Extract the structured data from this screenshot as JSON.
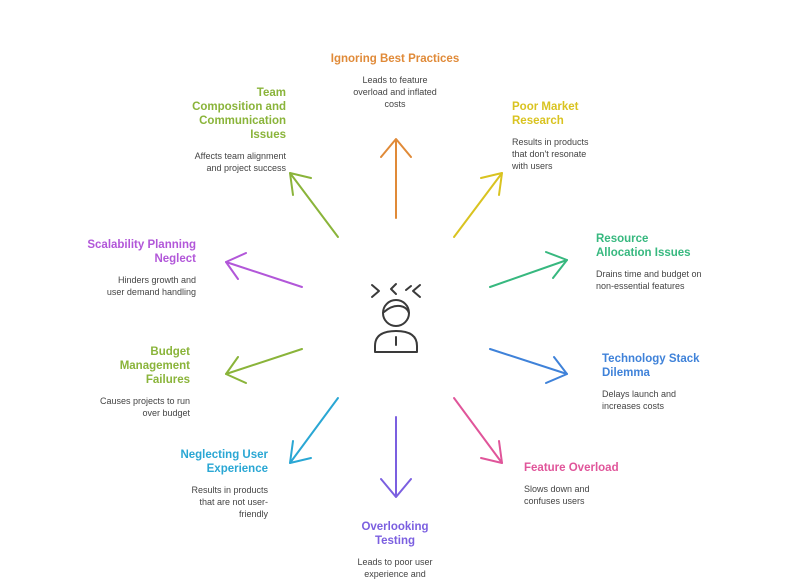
{
  "title": "Challenges in Development Planning",
  "center_icon": "frustrated-person-icon",
  "branches": [
    {
      "key": "ignoring-best-practices",
      "title": "Ignoring Best Practices",
      "description": "Leads to feature overload and inflated costs",
      "color": "#e08a38"
    },
    {
      "key": "poor-market-research",
      "title": "Poor Market Research",
      "description": "Results in products that don't resonate with users",
      "color": "#d9c320"
    },
    {
      "key": "resource-allocation",
      "title": "Resource Allocation Issues",
      "description": "Drains time and budget on non-essential features",
      "color": "#37b87f"
    },
    {
      "key": "technology-stack",
      "title": "Technology Stack Dilemma",
      "description": "Delays launch and increases costs",
      "color": "#3f82d9"
    },
    {
      "key": "feature-overload",
      "title": "Feature Overload",
      "description": "Slows down and confuses users",
      "color": "#e0559a"
    },
    {
      "key": "overlooking-testing",
      "title": "Overlooking Testing",
      "description": "Leads to poor user experience and",
      "color": "#7b5fe0"
    },
    {
      "key": "neglecting-ux",
      "title": "Neglecting User Experience",
      "description": "Results in products that are not user-friendly",
      "color": "#2aa7d4"
    },
    {
      "key": "budget-management",
      "title": "Budget Management Failures",
      "description": "Causes projects to run over budget",
      "color": "#8ab43a"
    },
    {
      "key": "scalability-planning",
      "title": "Scalability Planning Neglect",
      "description": "Hinders growth and user demand handling",
      "color": "#b257d9"
    },
    {
      "key": "team-composition",
      "title": "Team Composition and Communication Issues",
      "description": "Affects team alignment and project success",
      "color": "#8ab43a"
    }
  ]
}
